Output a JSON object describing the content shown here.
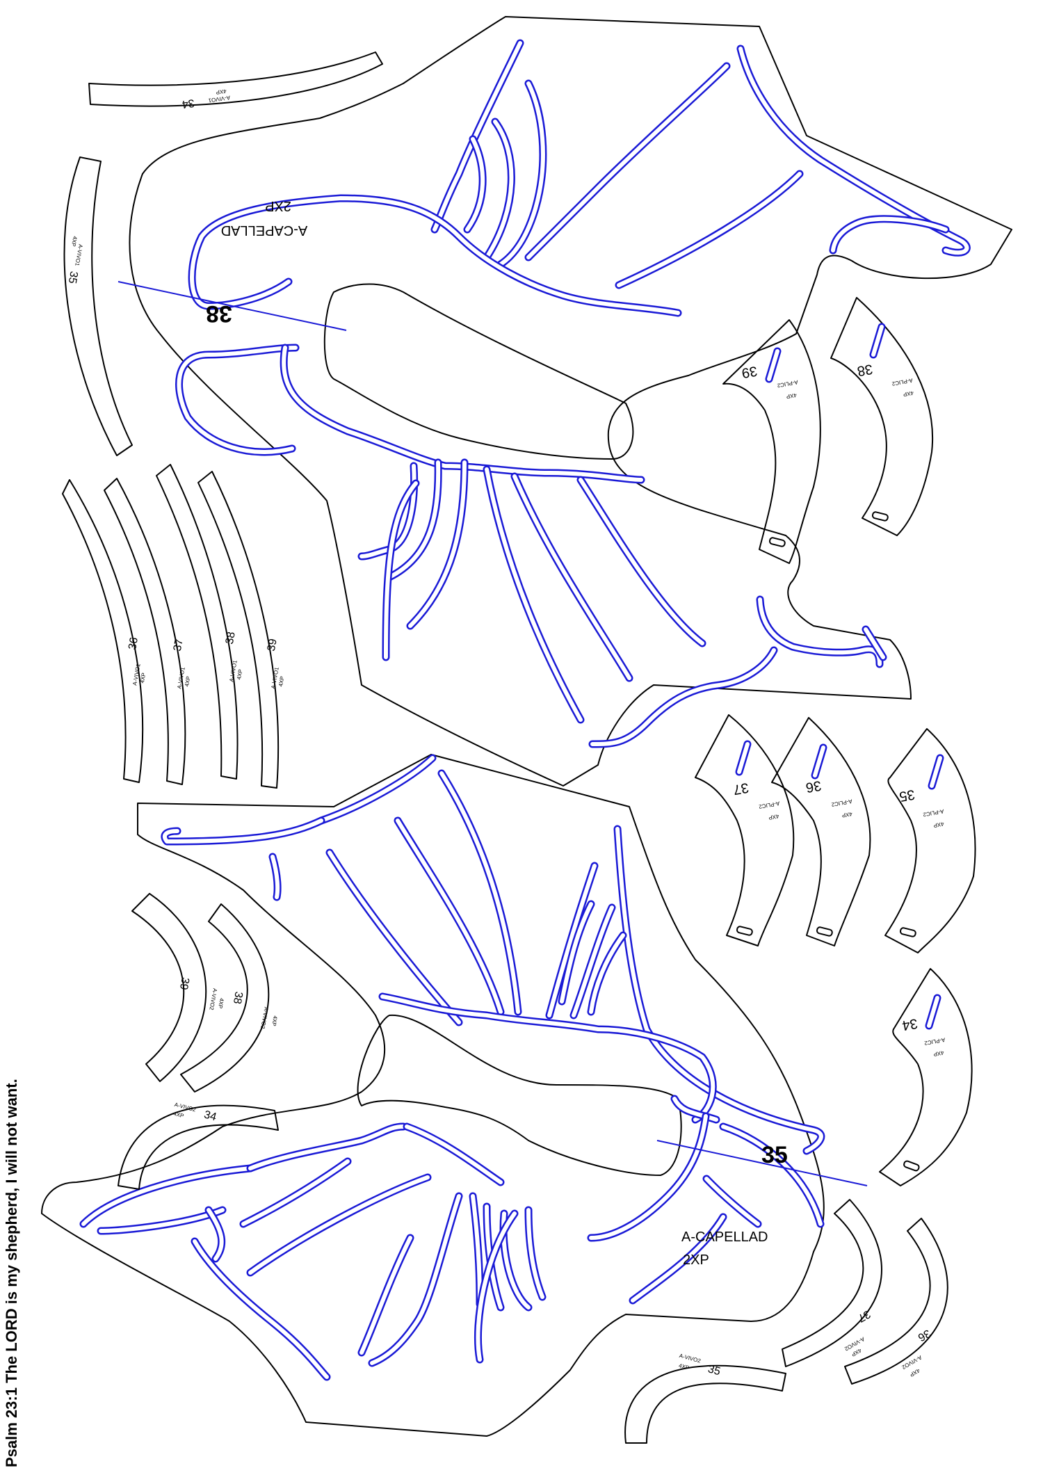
{
  "verse": "Psalm 23:1 The LORD is my shepherd, I will not want.",
  "colors": {
    "outline": "#000000",
    "channel": "#1a1ad6",
    "background": "#ffffff"
  },
  "upper_piece": {
    "size": "38",
    "name": "A-CAPELLAD",
    "qty": "2XP"
  },
  "lower_piece": {
    "size": "35",
    "name": "A-CAPELLAD",
    "qty": "2XP"
  },
  "plic_pieces": [
    {
      "size": "39",
      "name": "A-PLIC2",
      "qty": "4XP"
    },
    {
      "size": "38",
      "name": "A-PLIC2",
      "qty": "4XP"
    },
    {
      "size": "37",
      "name": "A-PLIC2",
      "qty": "4XP"
    },
    {
      "size": "36",
      "name": "A-PLIC2",
      "qty": "4XP"
    },
    {
      "size": "35",
      "name": "A-PLIC2",
      "qty": "4XP"
    },
    {
      "size": "34",
      "name": "A-PLIC2",
      "qty": "4XP"
    }
  ],
  "vivo1_pieces": [
    {
      "size": "34",
      "name": "A-VIVO1",
      "qty": "4XP"
    },
    {
      "size": "35",
      "name": "A-VIVO1",
      "qty": "4XP"
    },
    {
      "size": "36",
      "name": "A-VIVO1",
      "qty": "4XP"
    },
    {
      "size": "37",
      "name": "A-VIVO1",
      "qty": "4XP"
    },
    {
      "size": "38",
      "name": "A-VIVO1",
      "qty": "4XP"
    },
    {
      "size": "39",
      "name": "A-VIVO1",
      "qty": "4XP"
    }
  ],
  "vivo2_pieces": [
    {
      "size": "39",
      "name": "A-VIVO2",
      "qty": "4XP"
    },
    {
      "size": "38",
      "name": "A-VIVO2",
      "qty": "4XP"
    },
    {
      "size": "34",
      "name": "A-VIVO2",
      "qty": "4XP"
    },
    {
      "size": "37",
      "name": "A-VIVO2",
      "qty": "4XP"
    },
    {
      "size": "36",
      "name": "A-VIVO2",
      "qty": "4XP"
    },
    {
      "size": "35",
      "name": "A-VIVO2",
      "qty": "4XP"
    }
  ]
}
